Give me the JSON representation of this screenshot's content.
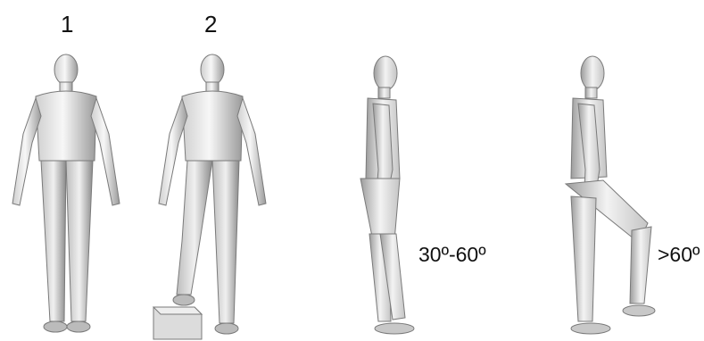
{
  "labels": {
    "posture1": "1",
    "posture2": "2",
    "flexion_moderate": "30º-60º",
    "flexion_high": ">60º"
  },
  "colors": {
    "background": "#ffffff",
    "figure_light": "#f2f2f2",
    "figure_shade": "#8e8e8e",
    "figure_outline": "#7a7a7a",
    "box": "#d8d8d8"
  }
}
